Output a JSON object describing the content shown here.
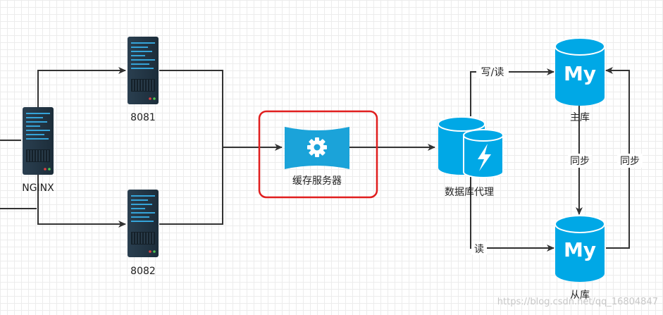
{
  "nodes": {
    "nginx": {
      "label": "NGINX"
    },
    "server1": {
      "label": "8081"
    },
    "server2": {
      "label": "8082"
    },
    "cache": {
      "label": "缓存服务器"
    },
    "proxy": {
      "label": "数据库代理"
    },
    "master": {
      "label": "主库",
      "logo": "My"
    },
    "slave": {
      "label": "从库",
      "logo": "My"
    }
  },
  "edges": {
    "write_read": "写/读",
    "read": "读",
    "sync_left": "同步",
    "sync_right": "同步"
  },
  "watermark": "https://blog.csdn.net/qq_16804847",
  "colors": {
    "server_dark": "#223544",
    "server_blue": "#1a9ed4",
    "db_blue": "#00a8e6",
    "highlight_red": "#e01e1e",
    "line": "#333333"
  }
}
